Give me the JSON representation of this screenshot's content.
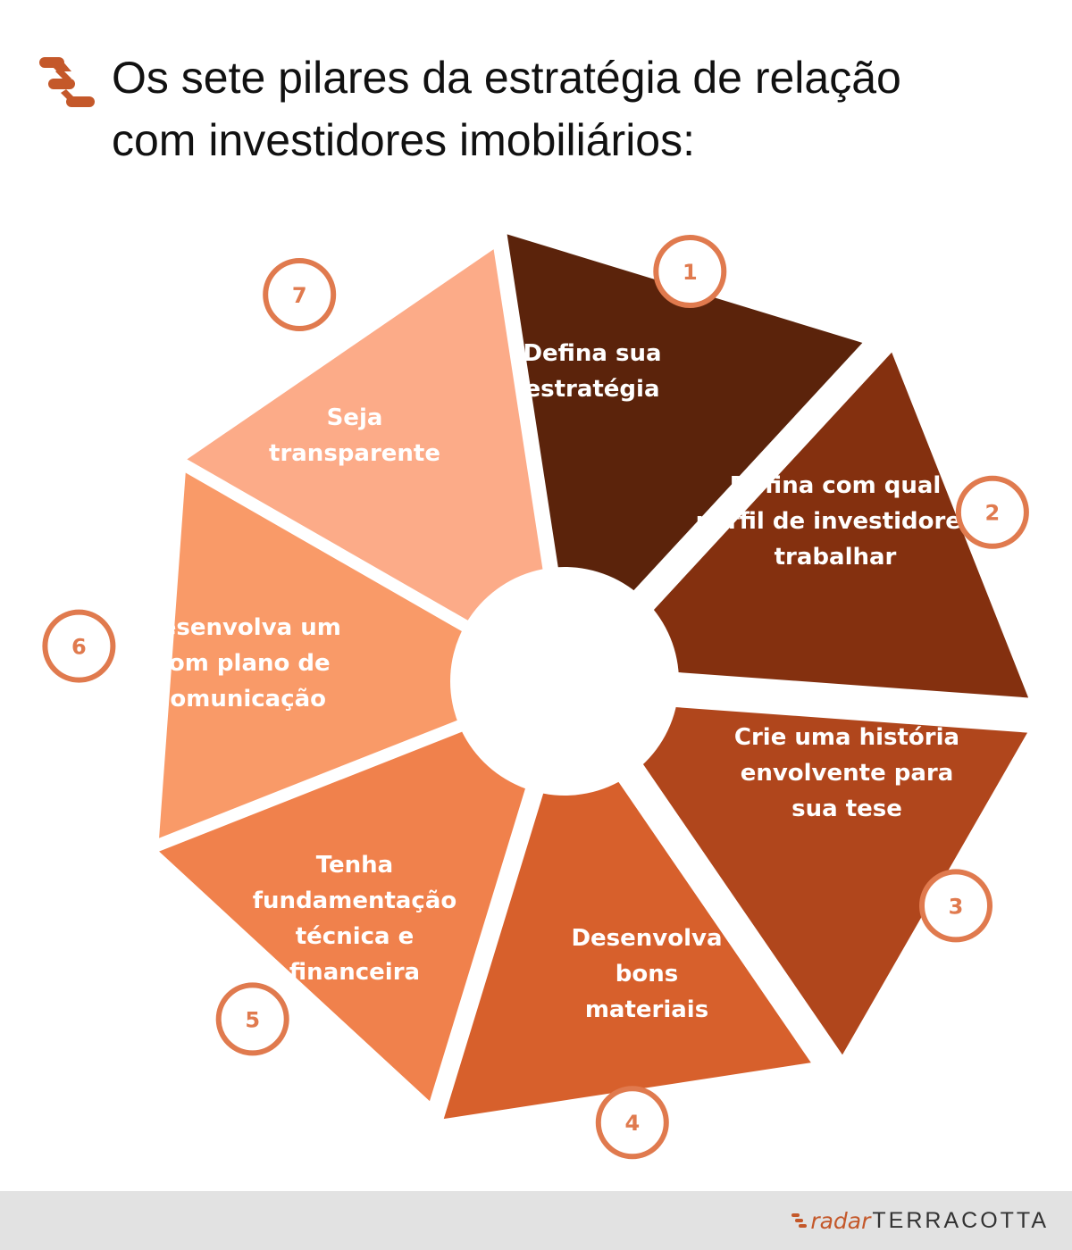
{
  "title": {
    "line1": "Os sete pilares da estratégia de relação",
    "line2": "com investidores imobiliários:",
    "icon": "terracotta-logo-icon"
  },
  "colors": {
    "accent": "#c4582a",
    "badge_stroke": "#e07a4e",
    "footer_bg": "#e2e2e2"
  },
  "pillars": [
    {
      "number": "1",
      "label": [
        "Defina sua",
        "estratégia"
      ],
      "color": "#5b230b"
    },
    {
      "number": "2",
      "label": [
        "Defina com qual",
        "perfil de investidores",
        "trabalhar"
      ],
      "color": "#84300f"
    },
    {
      "number": "3",
      "label": [
        "Crie uma história",
        "envolvente para",
        "sua tese"
      ],
      "color": "#b0461c"
    },
    {
      "number": "4",
      "label": [
        "Desenvolva",
        "bons",
        "materiais"
      ],
      "color": "#d7602c"
    },
    {
      "number": "5",
      "label": [
        "Tenha",
        "fundamentação",
        "técnica e",
        "financeira"
      ],
      "color": "#f0814c"
    },
    {
      "number": "6",
      "label": [
        "Desenvolva um",
        "bom plano de",
        "comunicação"
      ],
      "color": "#f99a68"
    },
    {
      "number": "7",
      "label": [
        "Seja",
        "transparente"
      ],
      "color": "#fcab88"
    }
  ],
  "footer": {
    "brand_radar": "radar",
    "brand_terracotta": "TERRACOTTA"
  }
}
